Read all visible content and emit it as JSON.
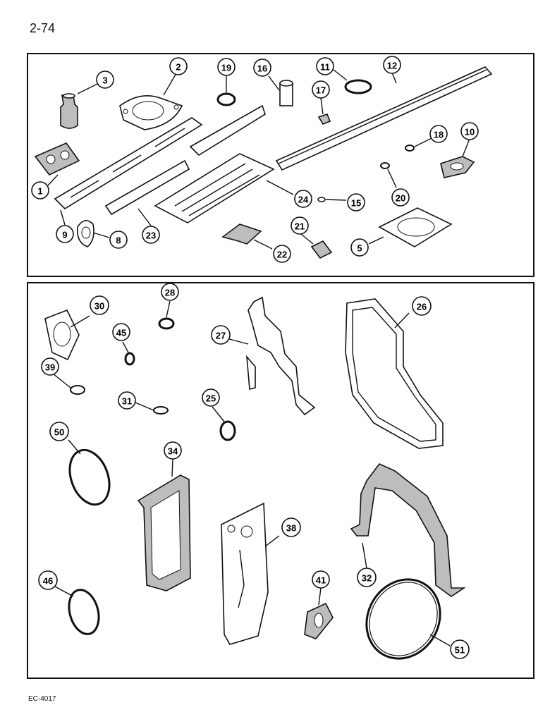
{
  "page": {
    "number": "2-74",
    "footer_code": "EC-4017"
  },
  "callouts_top": [
    "3",
    "2",
    "19",
    "16",
    "11",
    "12",
    "17",
    "18",
    "10",
    "1",
    "20",
    "24",
    "15",
    "9",
    "8",
    "23",
    "22",
    "21",
    "5"
  ],
  "callouts_bottom": [
    "30",
    "28",
    "26",
    "45",
    "27",
    "39",
    "31",
    "25",
    "50",
    "34",
    "38",
    "46",
    "41",
    "32",
    "51"
  ]
}
